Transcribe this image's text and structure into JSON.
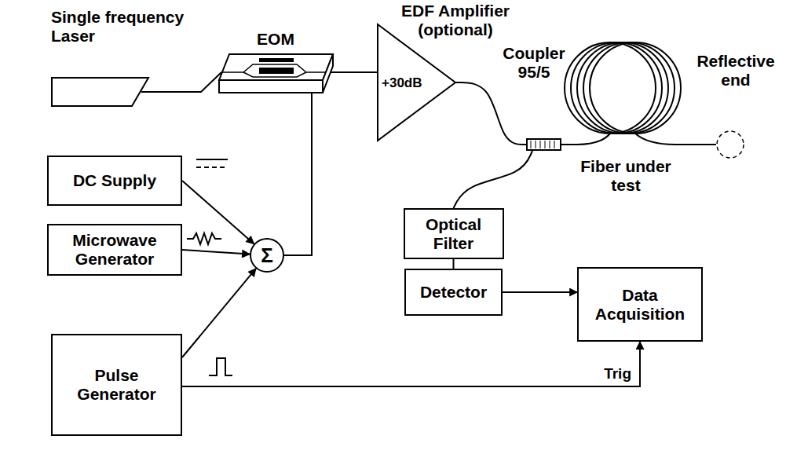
{
  "diagram": {
    "nodes": [
      {
        "text": [
          "Single frequency Laser"
        ]
      },
      {
        "text": [
          "EOM"
        ]
      },
      {
        "text": [
          "EDF Amplifier (optional)",
          "+30dB"
        ]
      },
      {
        "text": [
          "Coupler 95/5"
        ]
      },
      {
        "text": [
          "Fiber under test"
        ]
      },
      {
        "text": [
          "Reflective end"
        ]
      },
      {
        "text": [
          "DC Supply"
        ]
      },
      {
        "text": [
          "Microwave Generator"
        ]
      },
      {
        "text": [
          "Pulse Generator"
        ]
      },
      {
        "text": [
          "Σ"
        ]
      },
      {
        "text": [
          "Optical Filter"
        ]
      },
      {
        "text": [
          "Detector"
        ]
      },
      {
        "text": [
          "Data Acquisition"
        ]
      }
    ],
    "edges": [
      {
        "from": 0,
        "to": 1,
        "arrow": "none"
      },
      {
        "from": 1,
        "to": 2,
        "arrow": "none"
      },
      {
        "from": 2,
        "to": 3,
        "arrow": "none"
      },
      {
        "from": 3,
        "to": 4,
        "arrow": "none"
      },
      {
        "from": 4,
        "to": 5,
        "arrow": "none"
      },
      {
        "from": 6,
        "to": 9,
        "arrow": "to"
      },
      {
        "from": 7,
        "to": 9,
        "arrow": "to"
      },
      {
        "from": 8,
        "to": 9,
        "arrow": "to"
      },
      {
        "from": 9,
        "to": 1,
        "arrow": "none"
      },
      {
        "from": 3,
        "to": 10,
        "arrow": "none"
      },
      {
        "from": 10,
        "to": 11,
        "arrow": "none"
      },
      {
        "from": 11,
        "to": 12,
        "arrow": "to"
      },
      {
        "from": 8,
        "to": 12,
        "arrow": "to",
        "label": "Trig"
      }
    ]
  }
}
